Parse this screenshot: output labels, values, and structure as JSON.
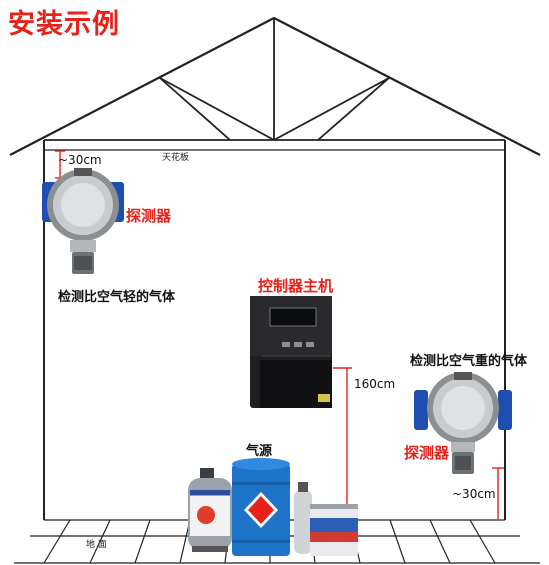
{
  "title": "安装示例",
  "ceiling_label": "天花板",
  "floor_label": "地 面",
  "ceiling_gap": "~30cm",
  "floor_gap": "~30cm",
  "controller_height": "160cm",
  "detector_label": "探测器",
  "controller_label": "控制器主机",
  "gas_source_label": "气源",
  "light_gas_caption": "检测比空气轻的气体",
  "heavy_gas_caption": "检测比空气重的气体",
  "colors": {
    "accent_red": "#e8211b",
    "mount_blue": "#1e4fb0",
    "house_line": "#222222",
    "barrel_blue": "#1d74c9",
    "cylinder_gray": "#9aa3ab"
  }
}
